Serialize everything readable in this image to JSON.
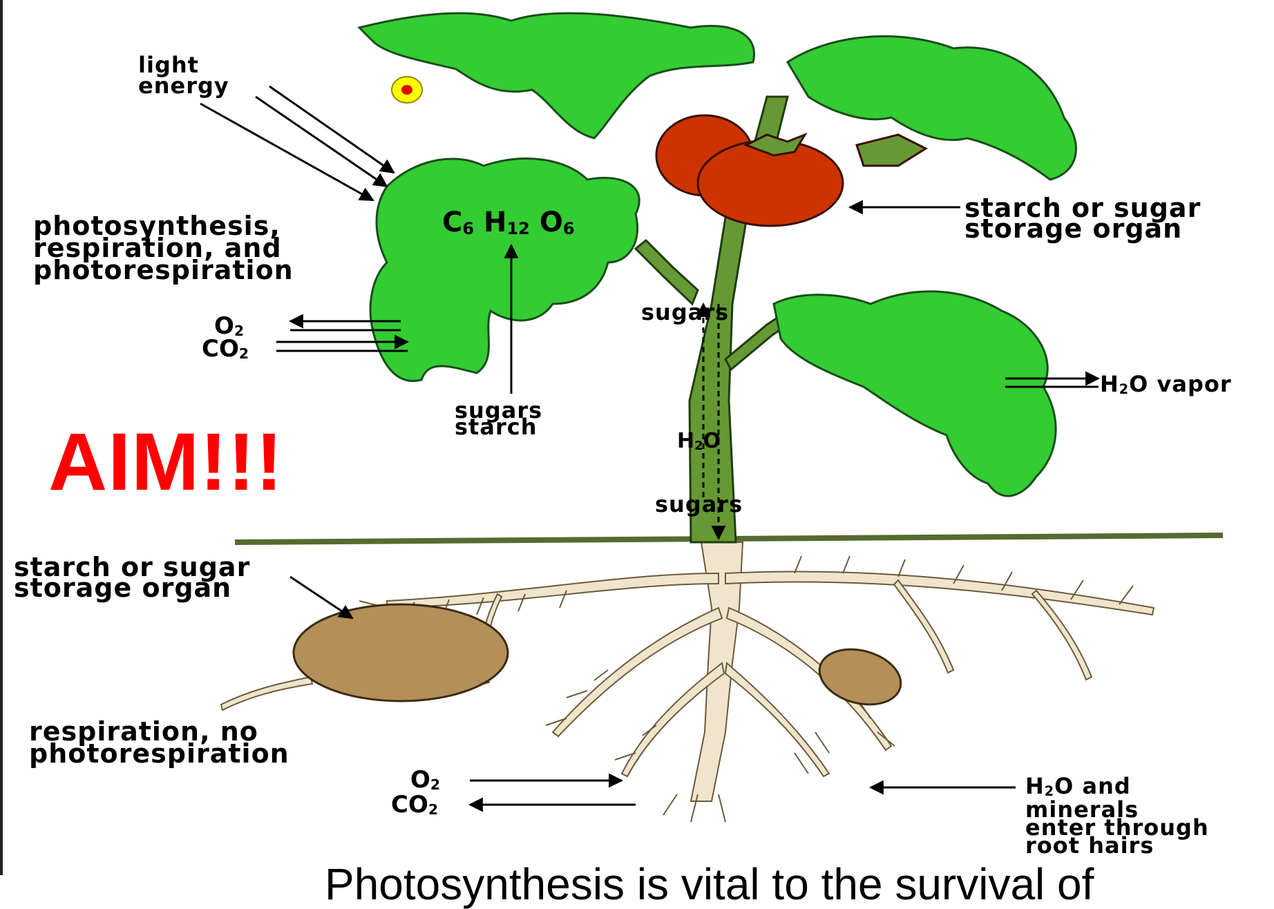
{
  "labels": {
    "light_energy_1": "light",
    "light_energy_2": "energy",
    "photosynthesis_1": "photosynthesis,",
    "photosynthesis_2": "respiration, and",
    "photosynthesis_3": "photorespiration",
    "o2": "O",
    "o2_sub": "2",
    "co2": "CO",
    "co2_sub": "2",
    "glucose_c": "C",
    "glucose_c_sub": "6",
    "glucose_h": "H",
    "glucose_h_sub": "12",
    "glucose_o": "O",
    "glucose_o_sub": "6",
    "sugars_starch_1": "sugars",
    "sugars_starch_2": "starch",
    "stem_sugars_upper": "sugars",
    "stem_h2o_h": "H",
    "stem_h2o_sub": "2",
    "stem_h2o_o": "O",
    "stem_sugars_lower": "sugars",
    "fruit_storage_1": "starch or sugar",
    "fruit_storage_2": "storage organ",
    "vapor_h": "H",
    "vapor_sub": "2",
    "vapor_rest": "O vapor",
    "tuber_storage_1": "starch or sugar",
    "tuber_storage_2": "storage organ",
    "root_resp_1": "respiration, no",
    "root_resp_2": "photorespiration",
    "root_o2": "O",
    "root_o2_sub": "2",
    "root_co2": "CO",
    "root_co2_sub": "2",
    "water_h": "H",
    "water_sub": "2",
    "water_rest": "O and",
    "water_2": "minerals",
    "water_3": "enter through",
    "water_4": "root hairs"
  },
  "aim": "AIM!!!",
  "caption": "Photosynthesis is vital to the survival of",
  "colors": {
    "leaf": "#33cc33",
    "stem": "#669933",
    "fruit": "#cc3300",
    "root": "#e6d9bf",
    "tuber": "#b38f59",
    "aim": "#ff0000",
    "marker_outer": "#ffff00",
    "marker_inner": "#e00000"
  },
  "icons": {
    "marker": "yellow-circle-red-dot-icon"
  }
}
